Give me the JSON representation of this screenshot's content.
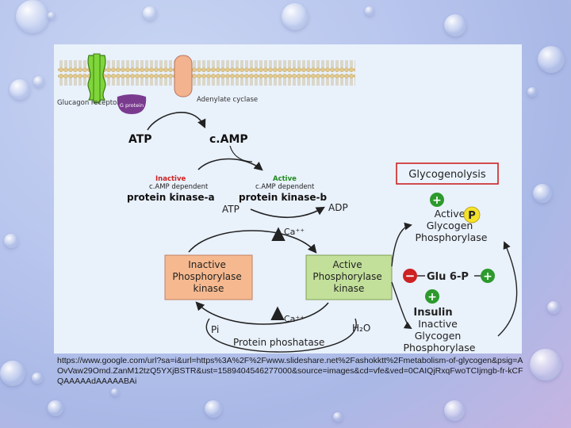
{
  "diagram": {
    "membrane": {
      "receptor_label": "Glucagon receptor",
      "g_protein_label": "G protein",
      "adenylate_cyclase_label": "Adenylate cyclase"
    },
    "atp": "ATP",
    "camp": "c.AMP",
    "pka_inactive": {
      "state": "Inactive",
      "desc": "c.AMP dependent",
      "name": "protein kinase-a"
    },
    "pka_active": {
      "state": "Active",
      "desc": "c.AMP dependent",
      "name": "protein kinase-b"
    },
    "atp2": "ATP",
    "adp": "ADP",
    "ca_upper": "Ca⁺⁺",
    "ca_lower": "Ca⁺⁺",
    "inactive_kinase": [
      "Inactive",
      "Phosphorylase",
      "kinase"
    ],
    "active_kinase": [
      "Active",
      "Phosphorylase",
      "kinase"
    ],
    "pi": "Pi",
    "h2o": "H₂O",
    "phosphatase": "Protein phoshatase",
    "glycogenolysis": "Glycogenolysis",
    "active_phosphorylase": [
      "Active",
      "Glycogen",
      "Phosphorylase"
    ],
    "p_badge": "P",
    "glu6p": "Glu 6-P",
    "insulin": "Insulin",
    "inactive_phosphorylase": [
      "Inactive",
      "Glycogen",
      "Phosphorylase"
    ],
    "plus_sign": "+",
    "minus_sign": "−",
    "colors": {
      "inactive_red": "#cc2222",
      "active_green": "#1f8a1f",
      "inactive_box": "#f6b98f",
      "active_box": "#c3e09b",
      "receptor_green": "#7fd63a",
      "g_protein_purple": "#7a3b8f",
      "cyclase_orange": "#f3b38e"
    }
  },
  "caption": "https://www.google.com/url?sa=i&url=https%3A%2F%2Fwww.slideshare.net%2Fashokktt%2Fmetabolism-of-glycogen&psig=AOvVaw29Omd.ZanM12tzQ5YXjBSTR&ust=1589404546277000&source=images&cd=vfe&ved=0CAIQjRxqFwoTCIjmgb-fr-kCFQAAAAAdAAAAABAi"
}
